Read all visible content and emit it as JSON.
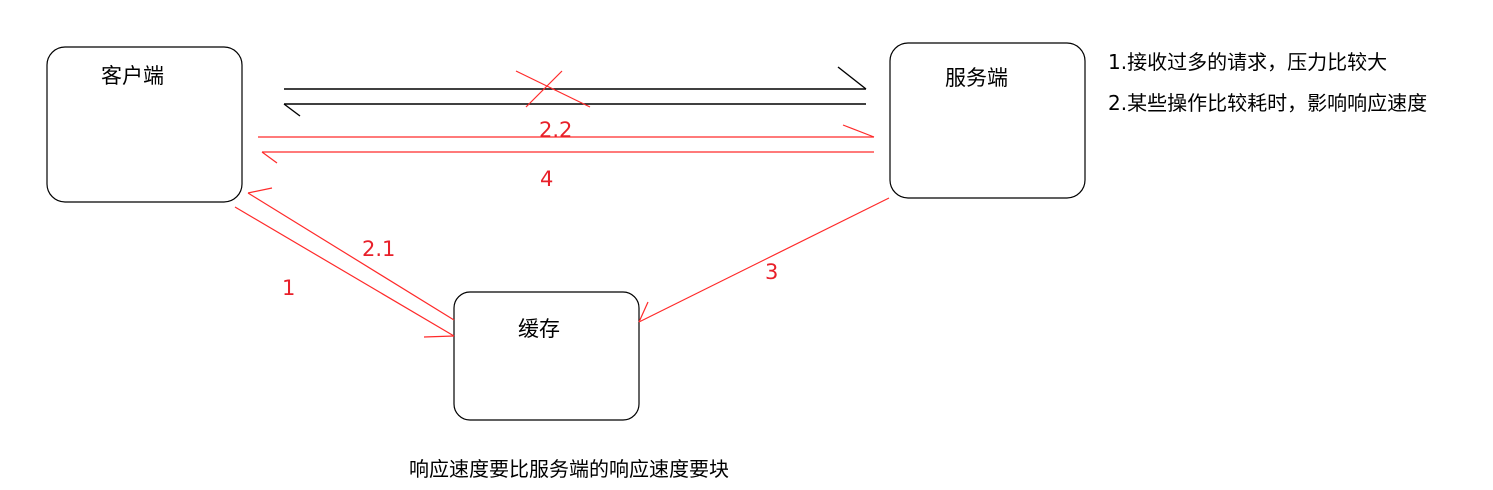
{
  "nodes": {
    "client": {
      "label": "客户端"
    },
    "server": {
      "label": "服务端"
    },
    "cache": {
      "label": "缓存"
    }
  },
  "edge_labels": {
    "label_2_2": "2.2",
    "label_4": "4",
    "label_2_1": "2.1",
    "label_1": "1",
    "label_3": "3"
  },
  "notes": {
    "note_1": "1.接收过多的请求，压力比较大",
    "note_2": "2.某些操作比较耗时，影响响应速度"
  },
  "caption": "响应速度要比服务端的响应速度要块",
  "colors": {
    "red_line": "#ff2a2a",
    "red_text": "#e8202a",
    "black": "#000000"
  }
}
